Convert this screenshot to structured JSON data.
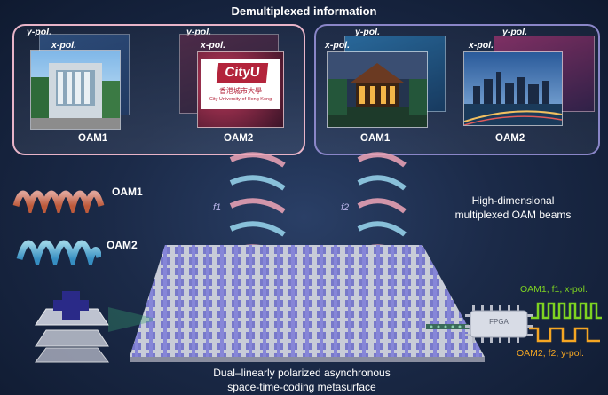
{
  "title": "Demultiplexed information",
  "panels": [
    {
      "images": [
        {
          "y_label": "y-pol.",
          "x_label": "x-pol.",
          "oam": "OAM1"
        },
        {
          "y_label": "y-pol.",
          "x_label": "x-pol.",
          "oam": "OAM2",
          "logo_brand": "CityU",
          "logo_cn": "香港城市大學",
          "logo_en": "City University of Hong Kong"
        }
      ]
    },
    {
      "images": [
        {
          "y_label": "y-pol.",
          "x_label": "x-pol.",
          "oam": "OAM1"
        },
        {
          "y_label": "y-pol.",
          "x_label": "x-pol.",
          "oam": "OAM2"
        }
      ]
    }
  ],
  "legend": {
    "oam1": "OAM1",
    "oam2": "OAM2"
  },
  "beams": {
    "f1": "f1",
    "f2": "f2"
  },
  "beam_caption": {
    "line1": "High-dimensional",
    "line2": "multiplexed OAM beams"
  },
  "metasurface_caption": {
    "line1": "Dual–linearly polarized asynchronous",
    "line2": "space-time-coding metasurface"
  },
  "fpga": "FPGA",
  "signals": {
    "top": "OAM1, f1, x-pol.",
    "bottom": "OAM2, f2, y-pol.",
    "top_color": "#7ed321",
    "bottom_color": "#f5a623"
  },
  "colors": {
    "panel_left": "#e8b4c8",
    "panel_right": "#8a86c8",
    "oam1": "#f08a70",
    "oam2": "#5fc6e8"
  }
}
